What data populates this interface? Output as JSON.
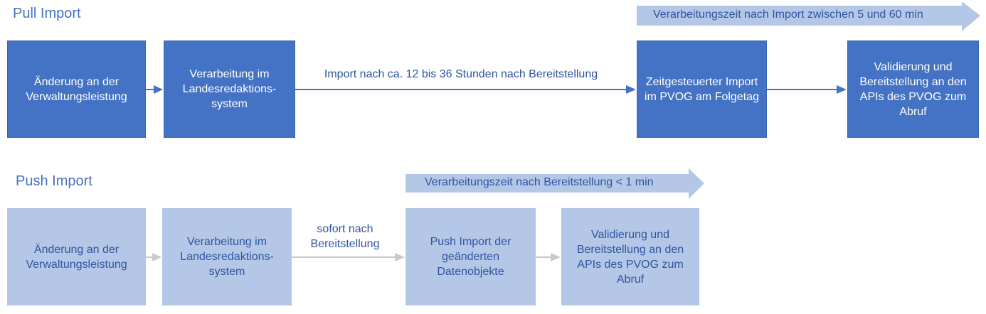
{
  "pull": {
    "title": "Pull Import",
    "banner": "Verarbeitungszeit nach Import zwischen 5 und 60 min",
    "edge_label": "Import nach ca. 12 bis 36 Stunden nach Bereitstellung",
    "boxes": [
      "Änderung an der Verwaltungsleistung",
      "Verarbeitung im Landesredaktions-system",
      "Zeitgesteuerter Import im PVOG am Folgetag",
      "Validierung und Bereitstellung an den APIs des PVOG zum Abruf"
    ]
  },
  "push": {
    "title": "Push Import",
    "banner": "Verarbeitungszeit nach Bereitstellung < 1 min",
    "edge_label": "sofort nach Bereitstellung",
    "boxes": [
      "Änderung an der Verwaltungsleistung",
      "Verarbeitung im Landesredaktions-system",
      "Push Import der geänderten Datenobjekte",
      "Validierung und Bereitstellung an den APIs des PVOG zum Abruf"
    ]
  },
  "colors": {
    "dark": "#4472C4",
    "light": "#B4C7E7",
    "grey_arrow": "#C9C9C9"
  }
}
